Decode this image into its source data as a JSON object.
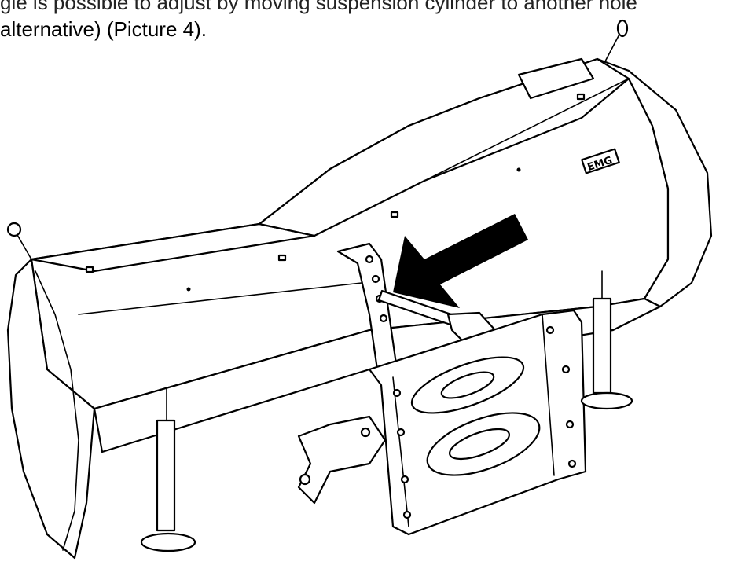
{
  "document": {
    "line1": "gle is possible to adjust by moving suspension cylinder to another hole",
    "line2": "alternative) (Picture 4)."
  },
  "figure": {
    "brand_label": "EMG"
  }
}
